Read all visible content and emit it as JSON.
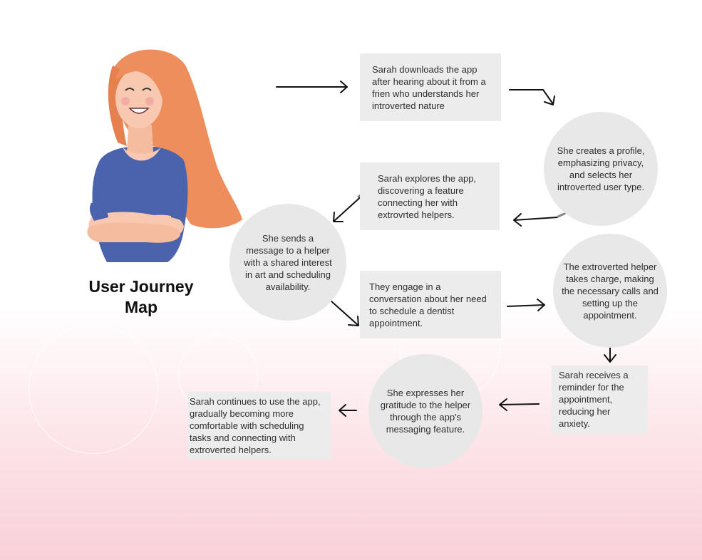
{
  "title": "User Journey Map",
  "steps": {
    "step1": "Sarah downloads the app after hearing about it from a frien who understands her  introverted nature",
    "step2": "She creates a profile, emphasizing privacy, and selects her introverted user type.",
    "step3": "Sarah explores the app, discovering a feature connecting her with extrovrted helpers.",
    "step4": "She sends a message to a helper with a shared interest in art and scheduling availability.",
    "step5": "They engage in a conversation about her need to schedule a dentist appointment.",
    "step6": "The extroverted helper takes charge, making the necessary calls and setting up the appointment.",
    "step7": "Sarah receives a reminder for the appointment, reducing her anxiety.",
    "step8": "She expresses her gratitude to the helper through the app's messaging feature.",
    "step9": "Sarah  continues to use the app, gradually becoming more comfortable with scheduling tasks and connecting with extroverted helpers."
  },
  "colors": {
    "hair": "#ee8e5c",
    "skin": "#f8c9b0",
    "shirt": "#4b62ac",
    "box": "#ececec",
    "circle": "#e8e8e8",
    "background_bottom": "#f9d0d8"
  }
}
